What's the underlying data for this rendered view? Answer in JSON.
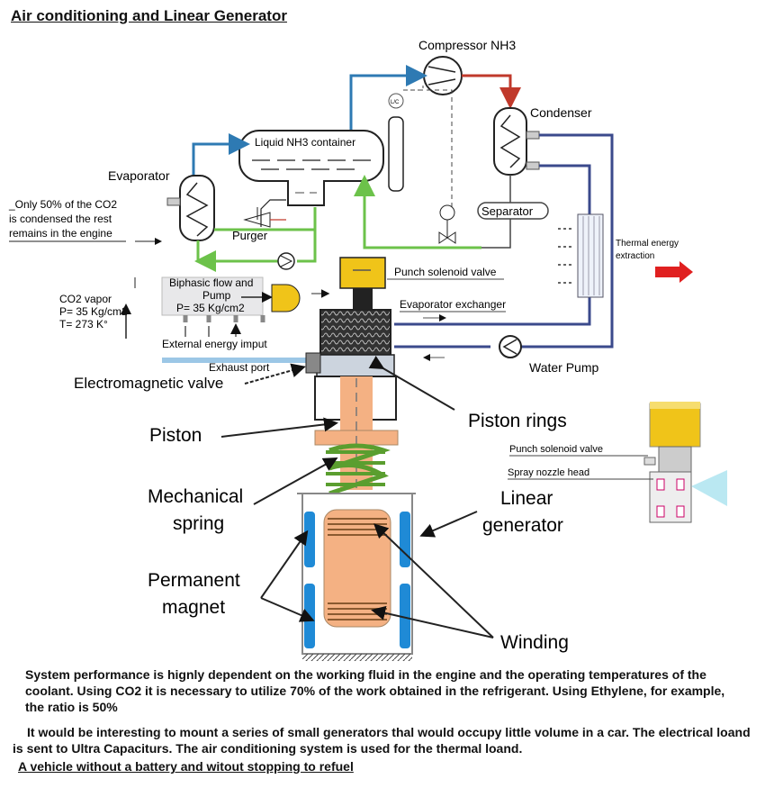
{
  "title": "Air conditioning and Linear Generator",
  "labels": {
    "compressor": "Compressor  NH3",
    "condenser": "Condenser",
    "container": "Liquid NH3 container",
    "evaporator": "Evaporator",
    "purger": "Purger",
    "separator": "Separator",
    "thermal": [
      "Thermal energy",
      "extraction"
    ],
    "punch_valve": "Punch solenoid valve",
    "evap_exchanger": "Evaporator exchanger",
    "water_pump": "Water Pump",
    "biphasic": [
      "Biphasic flow and",
      "Pump"
    ],
    "pressure_in": "P= 35 Kg/cm2",
    "external": "External energy imput",
    "exhaust": "Exhaust port",
    "em_valve": "Electromagnetic valve",
    "co2_note": [
      "_Only 50% of the CO2",
      "is condensed the rest",
      "remains in the engine"
    ],
    "co2_vapor": [
      "CO2 vapor",
      "P= 35 Kg/cm2",
      "T= 273 K°"
    ],
    "lc": "L/C",
    "piston": "Piston",
    "piston_rings": "Piston rings",
    "spring": [
      "Mechanical",
      "spring"
    ],
    "linear_gen": [
      "Linear",
      "generator"
    ],
    "magnet": [
      "Permanent",
      "magnet"
    ],
    "winding": "Winding",
    "inset_punch": "Punch solenoid valve",
    "inset_spray": "Spray nozzle head"
  },
  "text": {
    "para1": "System performance is hignly dependent on the working fluid in the engine and the operating temperatures of the coolant. Using CO2 it is necessary to utilize 70% of the work obtained in the refrigerant. Using Ethylene, for example, the ratio is 50%",
    "para2": "It would be interesting to mount a series of small generators thal would occupy little volume in a car. The electrical loand is sent to Ultra Capaciturs. The air conditioning system is used for the thermal loand.",
    "para3": "A vehicle without a battery and witout stopping to refuel"
  },
  "colors": {
    "blue_pipe": "#2e7ab3",
    "green_pipe": "#6cc24a",
    "red_pipe": "#c0392b",
    "navy_pipe": "#3b4a8c",
    "piston": "#f4b183",
    "spring": "#5a9e2f",
    "magnet": "#1f8ad6",
    "solenoid": "#f0c419",
    "arrow_red": "#e02020"
  }
}
